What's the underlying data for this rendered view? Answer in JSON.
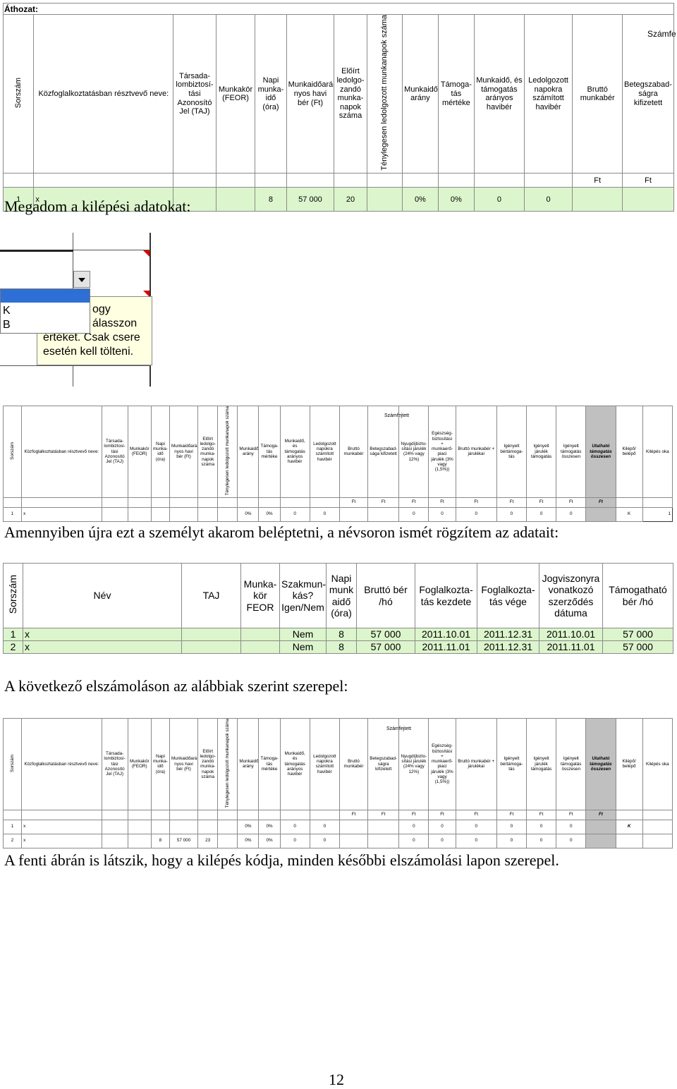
{
  "t1": {
    "caption": "Áthozat:",
    "corner": "Számfe",
    "headers": [
      "Sorszám",
      "Közfoglalkoztatásban résztvevő neve:",
      "Társada-lombiztosí-tási Azonosító Jel (TAJ)",
      "Munkakör (FEOR)",
      "Napi munka-idő (óra)",
      "Munkaidőará-nyos havi bér (Ft)",
      "Előírt ledolgo-zandó munka-napok száma",
      "Ténylegesen ledolgozott munkanapok száma",
      "Munkaidő arány",
      "Támoga-tás mértéke",
      "Munkaidő, és támogatás arányos havibér",
      "Ledolgozott napokra számított havibér",
      "Bruttó munkabér",
      "Betegszabad-ságra kifizetett"
    ],
    "units": [
      "Ft",
      "Ft"
    ],
    "row": [
      "1",
      "x",
      "",
      "",
      "8",
      "57 000",
      "20",
      "",
      "0%",
      "0%",
      "0",
      "0",
      "",
      ""
    ]
  },
  "p1": "Megadom a kilépési adatokat:",
  "dropdown": {
    "items": [
      "K",
      "B"
    ],
    "comment": [
      "ogy",
      "álasszon",
      "értéket. Csak csere",
      "esetén kell tölteni."
    ]
  },
  "t2": {
    "szamfejtett": "Számfejtett",
    "headers": [
      "Sorszám",
      "Közfoglalkoztatásban résztvevő neve:",
      "Társada-lombiztosí-tási Azonosító Jel (TAJ)",
      "Munkakör (FEOR)",
      "Napi munka-idő (óra)",
      "Munkaidőará-nyos havi bér (Ft)",
      "Előírt ledolgo-zandó munka-napok száma",
      "Ténylegesen ledolgozott munkanapok száma",
      "Munkaidő arány",
      "Támoga-tás mértéke",
      "Munkaidő, és támogatás arányos havibér",
      "Ledolgozott napokra számított havibér",
      "Bruttó munkabér",
      "Betegszabad-sága kifizetett",
      "Nyugdíjbizto-sítási járulék (24% vagy 12%)",
      "Egészség-biztosítási + munkaerő-piaci járulék (3% vagy (1,5%))",
      "Bruttó munkabér + járulékai",
      "Igényelt bértámoga-tás",
      "Igényelt járulék támogatás",
      "Igényelt támogatás összesen",
      "Utalható támogatás összesen",
      "Kilépő/ belépő",
      "Kilépés oka"
    ],
    "units": [
      "Ft",
      "Ft",
      "Ft",
      "Ft",
      "Ft",
      "Ft",
      "Ft",
      "Ft",
      "Ft"
    ],
    "row": [
      "1",
      "x",
      "",
      "",
      "",
      "",
      "",
      "",
      "0%",
      "0%",
      "0",
      "0",
      "",
      "",
      "0",
      "0",
      "0",
      "0",
      "0",
      "0",
      "",
      "K",
      "1"
    ]
  },
  "p2": "Amennyiben újra ezt a személyt akarom beléptetni, a névsoron ismét rögzítem az adatait:",
  "t3": {
    "headers": [
      "Sorszám",
      "Név",
      "TAJ",
      "Munka-kör FEOR",
      "Szakmun-kás? Igen/Nem",
      "Napi munk aidő (óra)",
      "Bruttó bér /hó",
      "Foglalkozta-tás kezdete",
      "Foglalkozta-tás vége",
      "Jogviszonyra vonatkozó szerződés dátuma",
      "Támogatható bér /hó"
    ],
    "rows": [
      [
        "1",
        "x",
        "",
        "",
        "Nem",
        "8",
        "57 000",
        "2011.10.01",
        "2011.12.31",
        "2011.10.01",
        "57 000"
      ],
      [
        "2",
        "x",
        "",
        "",
        "Nem",
        "8",
        "57 000",
        "2011.11.01",
        "2011.12.31",
        "2011.11.01",
        "57 000"
      ]
    ]
  },
  "p3": "A következő elszámoláson az alábbiak szerint szerepel:",
  "t4": {
    "szamfejtett": "Számfejtett",
    "headers": [
      "Sorszám",
      "Közfoglalkoztatásban résztvevő neve:",
      "Társada-lombiztosí-tási Azonosító Jel (TAJ)",
      "Munkakör (FEOR)",
      "Napi munka-idő (óra)",
      "Munkaidőará-nyos havi bér (Ft)",
      "Előírt ledolgo-zandó munka-napok száma",
      "Ténylegesen ledolgozott munkanapok száma",
      "Munkaidő arány",
      "Támoga-tás mértéke",
      "Munkaidő, és támogatás arányos havibér",
      "Ledolgozott napokra számított havibér",
      "Bruttó munkabér",
      "Betegszabad-ságra kifizetett",
      "Nyugdíjbizto-sítási járulék (24% vagy 12%)",
      "Egészség-biztosítási + munkaerő-piaci járulék (3% vagy (1,5%))",
      "Bruttó munkabér + járulékai",
      "Igényelt bértámoga-tás",
      "Igényelt járulék támogatás",
      "Igényelt támogatás összesen",
      "Utalható támogatás összesen",
      "Kilépő/ belépő",
      "Kilépés oka"
    ],
    "units": [
      "Ft",
      "Ft",
      "Ft",
      "Ft",
      "Ft",
      "Ft",
      "Ft",
      "Ft",
      "Ft"
    ],
    "rows": [
      [
        "1",
        "x",
        "",
        "",
        "",
        "",
        "",
        "",
        "0%",
        "0%",
        "0",
        "0",
        "",
        "",
        "0",
        "0",
        "0",
        "0",
        "0",
        "0",
        "",
        "K",
        ""
      ],
      [
        "2",
        "x",
        "",
        "",
        "8",
        "57 000",
        "23",
        "",
        "0%",
        "0%",
        "0",
        "0",
        "",
        "",
        "0",
        "0",
        "0",
        "0",
        "0",
        "0",
        "",
        "",
        ""
      ]
    ]
  },
  "p4": "A fenti ábrán is látszik, hogy a kilépés kódja, minden későbbi elszámolási lapon szerepel.",
  "page_number": "12"
}
